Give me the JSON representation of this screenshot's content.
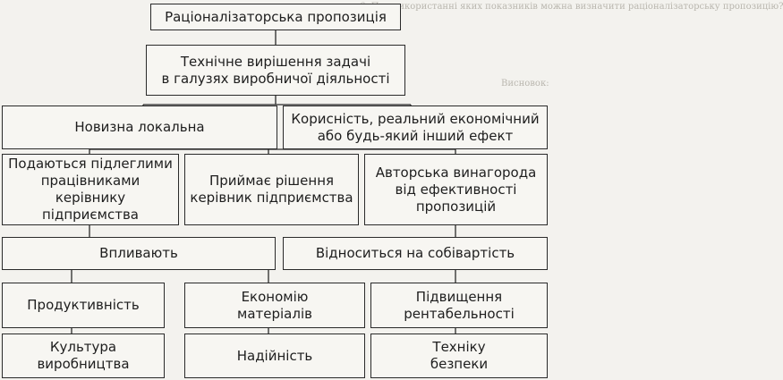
{
  "background_fragments": [
    "6. При використанні яких показників можна визначити раціоналізаторську пропозицію?",
    "Висновок:"
  ],
  "nodes": {
    "n1": "Раціоналізаторська пропозиція",
    "n2": "Технічне вирішення задачі\nв галузях виробничої діяльності",
    "n3": "Новизна локальна",
    "n4": "Корисність, реальний економічний\nабо будь-який інший ефект",
    "n5": "Подаються підлеглими\nпрацівниками\nкерівнику підприємства",
    "n6": "Приймає рішення\nкерівник підприємства",
    "n7": "Авторська винагорода\nвід ефективності\nпропозицій",
    "n8": "Впливають",
    "n9": "Відноситься на собівартість",
    "n10": "Продуктивність",
    "n11": "Економію\nматеріалів",
    "n12": "Підвищення\nрентабельності",
    "n13": "Культура\nвиробництва",
    "n14": "Надійність",
    "n15": "Техніку\nбезпеки"
  }
}
